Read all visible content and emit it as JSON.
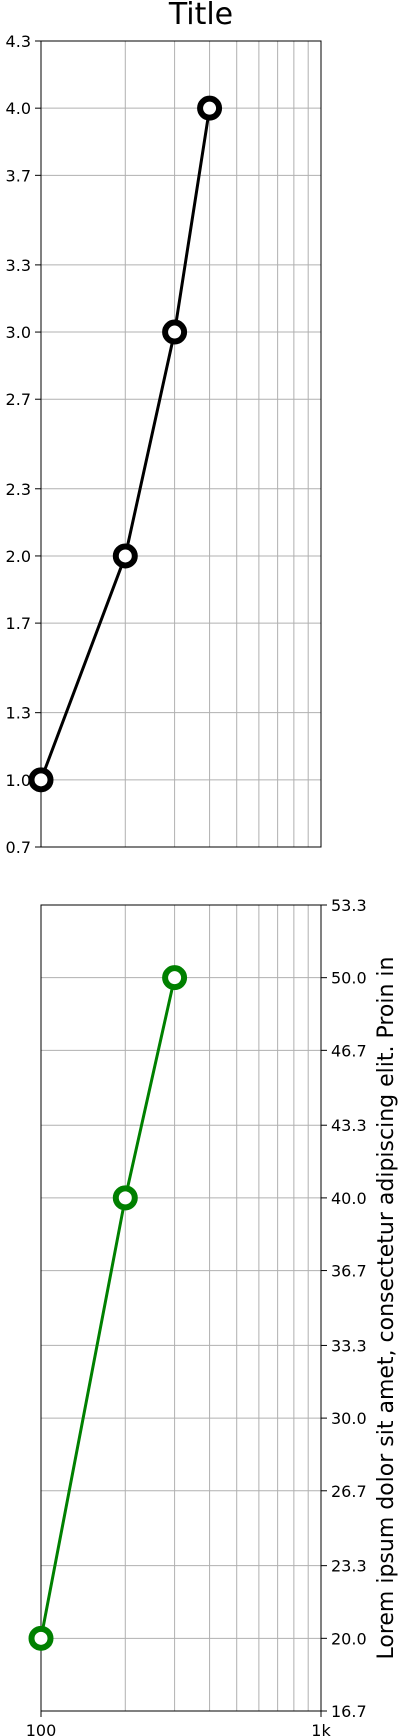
{
  "figure": {
    "title": "Title"
  },
  "chart_data": [
    {
      "type": "line",
      "title": "Title",
      "xscale": "log",
      "xlim": [
        100,
        1000
      ],
      "ylim": [
        0.7,
        4.3
      ],
      "yticks": [
        "0.7",
        "1.0",
        "1.3",
        "1.7",
        "2.0",
        "2.3",
        "2.7",
        "3.0",
        "3.3",
        "3.7",
        "4.0",
        "4.3"
      ],
      "xticks": [],
      "grid": true,
      "series": [
        {
          "color": "#000000",
          "x": [
            100,
            200,
            300,
            400
          ],
          "y": [
            1.0,
            2.0,
            3.0,
            4.0
          ]
        }
      ]
    },
    {
      "type": "line",
      "xscale": "log",
      "xlim": [
        100,
        1000
      ],
      "ylim": [
        16.7,
        53.3
      ],
      "yaxis_side": "right",
      "ylabel": "Lorem ipsum dolor sit amet, consectetur adipiscing elit. Proin in",
      "yticks": [
        "16.7",
        "20.0",
        "23.3",
        "26.7",
        "30.0",
        "33.3",
        "36.7",
        "40.0",
        "43.3",
        "46.7",
        "50.0",
        "53.3"
      ],
      "xticks": [
        "100",
        "1k"
      ],
      "grid": true,
      "series": [
        {
          "color": "#008000",
          "x": [
            100,
            200,
            300
          ],
          "y": [
            20,
            40,
            50
          ]
        }
      ]
    }
  ]
}
